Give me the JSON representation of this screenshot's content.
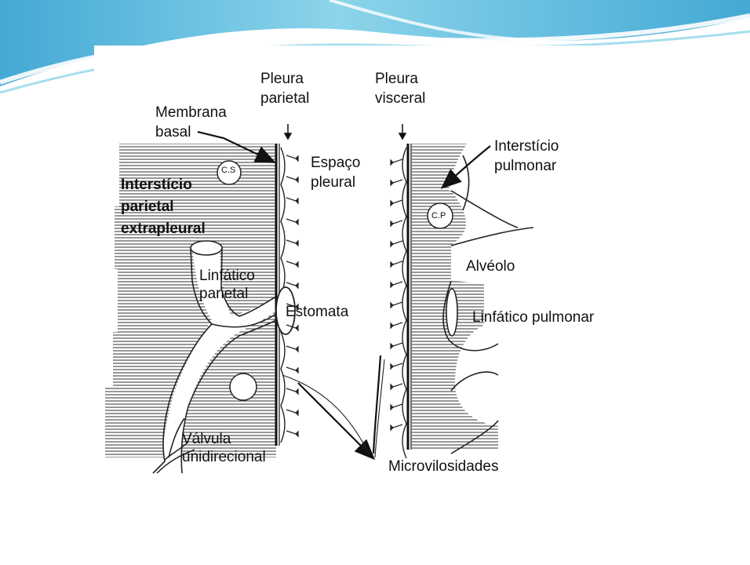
{
  "labels": {
    "pleura_parietal": "Pleura\nparietal",
    "pleura_visceral": "Pleura\nvisceral",
    "membrana_basal": "Membrana\nbasal",
    "espaco_pleural": "Espaço\npleural",
    "intersticio_pulmonar": "Interstício\npulmonar",
    "cs": "C.S",
    "cp": "C.P",
    "intersticio_parietal": "Interstício\nparietal\nextrapleural",
    "linfatico_parietal": "Linfático\nparietal",
    "estomata": "Estomata",
    "alveolo": "Alvéolo",
    "linfatico_pulmonar": "Linfático pulmonar",
    "valvula": "Válvula\nunidirecional",
    "microvilosidades": "Microvilosidades"
  },
  "colors": {
    "swoosh_dark": "#3aa9d6",
    "swoosh_light": "#bfe7f3",
    "ink": "#1a1a1a"
  }
}
